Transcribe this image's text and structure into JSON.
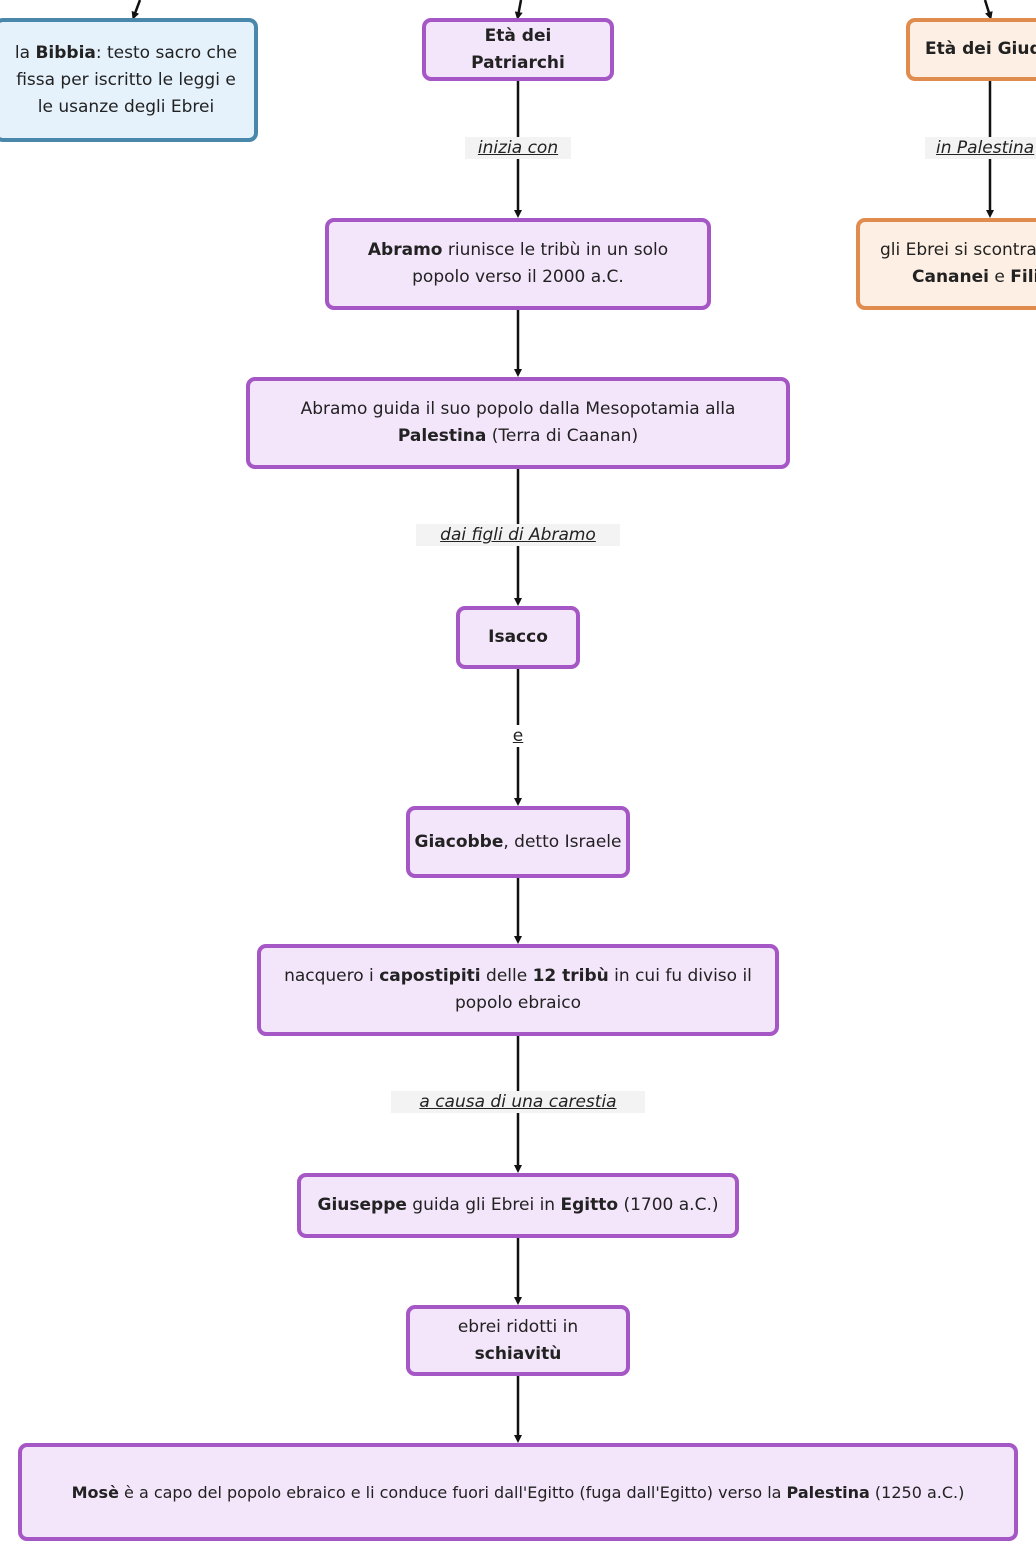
{
  "colors": {
    "purple_border": "#a657c6",
    "purple_fill": "#f3e5fa",
    "blue_border": "#4a88ab",
    "blue_fill": "#e5f2fc",
    "orange_border": "#e08c4e",
    "orange_fill": "#fdefe3",
    "edge": "#111111"
  },
  "nodes": {
    "bibbia": {
      "bold1": "Bibbia",
      "pre": "la ",
      "post": ": testo sacro che fissa per iscritto le leggi e le usanze degli Ebrei"
    },
    "patriarchi": {
      "label": "Età dei Patriarchi"
    },
    "giudici": {
      "label": "Età dei Giudici"
    },
    "abramo_riunisce": {
      "bold1": "Abramo",
      "post": " riunisce le tribù in un solo popolo verso il 2000 a.C."
    },
    "ebrei_scontrano": {
      "pre": "gli Ebrei si scontrano con ",
      "bold1": "Cananei",
      "mid": " e ",
      "bold2": "Filistei"
    },
    "abramo_guida": {
      "pre": "Abramo guida il suo popolo dalla Mesopotamia alla ",
      "bold1": "Palestina",
      "post": " (Terra di Caanan)"
    },
    "isacco": {
      "label": "Isacco"
    },
    "giacobbe": {
      "bold1": "Giacobbe",
      "post": ", detto Israele"
    },
    "capostipiti": {
      "pre": "nacquero i ",
      "bold1": "capostipiti",
      "mid": " delle ",
      "bold2": "12 tribù",
      "post": " in cui fu diviso il popolo ebraico"
    },
    "giuseppe": {
      "bold1": "Giuseppe",
      "mid": " guida gli Ebrei in ",
      "bold2": "Egitto",
      "post": " (1700 a.C.)"
    },
    "schiavitu": {
      "pre": "ebrei ridotti in ",
      "bold1": "schiavitù"
    },
    "mose": {
      "bold1": "Mosè",
      "mid": " è a capo del popolo ebraico e li conduce fuori dall'Egitto (fuga dall'Egitto) verso la ",
      "bold2": "Palestina",
      "post": " (1250 a.C.)"
    }
  },
  "edge_labels": {
    "inizia_con": "inizia con",
    "in_palestina": "in Palestina",
    "dai_figli": "dai figli di Abramo",
    "e": "e",
    "a_causa": "a causa di una carestia"
  }
}
